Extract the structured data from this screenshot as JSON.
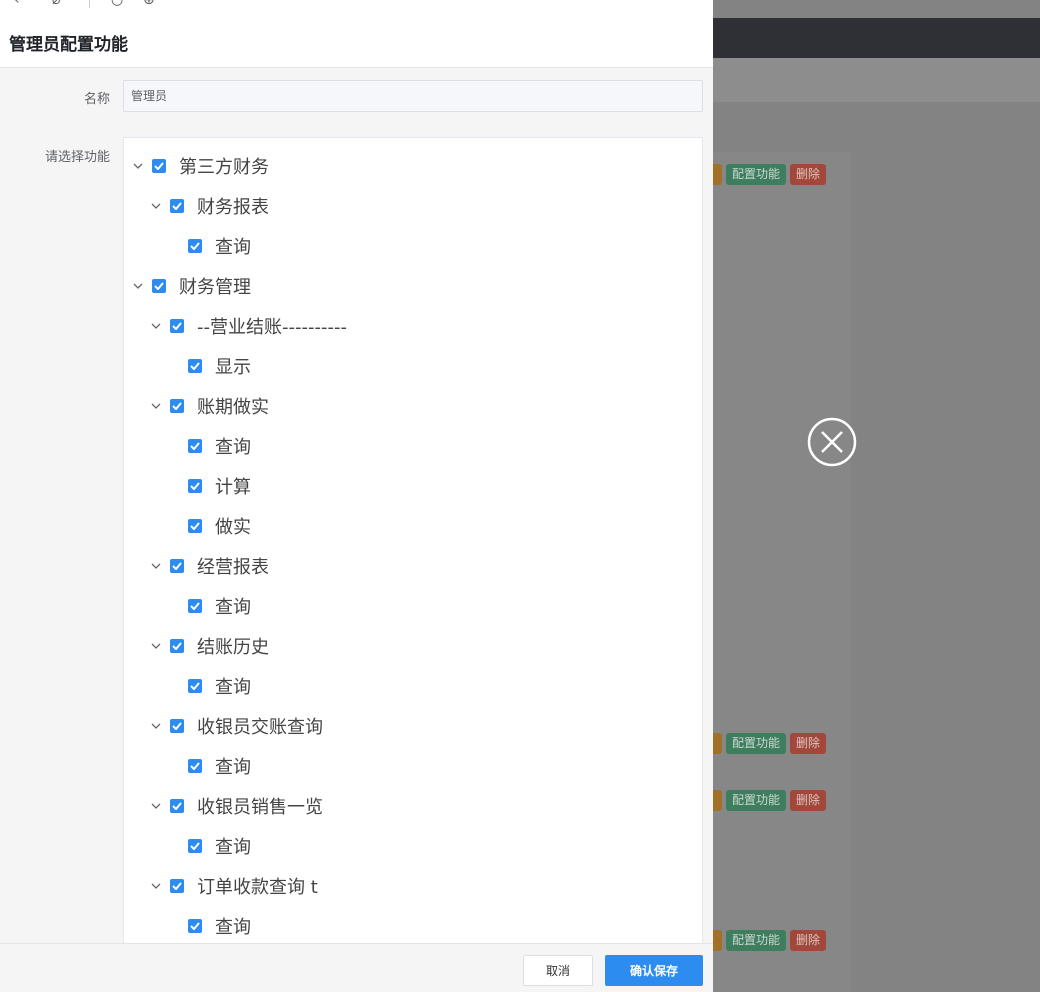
{
  "drawer": {
    "title": "管理员配置功能",
    "name_label": "名称",
    "name_value": "管理员",
    "function_label": "请选择功能"
  },
  "tree": [
    {
      "label": "第三方财务",
      "depth": 0,
      "expandable": true,
      "checked": true
    },
    {
      "label": "财务报表",
      "depth": 1,
      "expandable": true,
      "checked": true
    },
    {
      "label": "查询",
      "depth": 2,
      "expandable": false,
      "checked": true
    },
    {
      "label": "财务管理",
      "depth": 0,
      "expandable": true,
      "checked": true
    },
    {
      "label": "--营业结账----------",
      "depth": 1,
      "expandable": true,
      "checked": true
    },
    {
      "label": "显示",
      "depth": 2,
      "expandable": false,
      "checked": true
    },
    {
      "label": "账期做实",
      "depth": 1,
      "expandable": true,
      "checked": true
    },
    {
      "label": "查询",
      "depth": 2,
      "expandable": false,
      "checked": true
    },
    {
      "label": "计算",
      "depth": 2,
      "expandable": false,
      "checked": true
    },
    {
      "label": "做实",
      "depth": 2,
      "expandable": false,
      "checked": true
    },
    {
      "label": "经营报表",
      "depth": 1,
      "expandable": true,
      "checked": true
    },
    {
      "label": "查询",
      "depth": 2,
      "expandable": false,
      "checked": true
    },
    {
      "label": "结账历史",
      "depth": 1,
      "expandable": true,
      "checked": true
    },
    {
      "label": "查询",
      "depth": 2,
      "expandable": false,
      "checked": true
    },
    {
      "label": "收银员交账查询",
      "depth": 1,
      "expandable": true,
      "checked": true
    },
    {
      "label": "查询",
      "depth": 2,
      "expandable": false,
      "checked": true
    },
    {
      "label": "收银员销售一览",
      "depth": 1,
      "expandable": true,
      "checked": true
    },
    {
      "label": "查询",
      "depth": 2,
      "expandable": false,
      "checked": true
    },
    {
      "label": "订单收款查询 t",
      "depth": 1,
      "expandable": true,
      "checked": true
    },
    {
      "label": "查询",
      "depth": 2,
      "expandable": false,
      "checked": true
    }
  ],
  "footer": {
    "cancel_label": "取消",
    "save_label": "确认保存"
  },
  "background": {
    "config_label": "配置功能",
    "delete_label": "删除"
  },
  "colors": {
    "primary": "#2d8cf0",
    "config_button": "#3e7d5e",
    "delete_button": "#a2473a"
  }
}
